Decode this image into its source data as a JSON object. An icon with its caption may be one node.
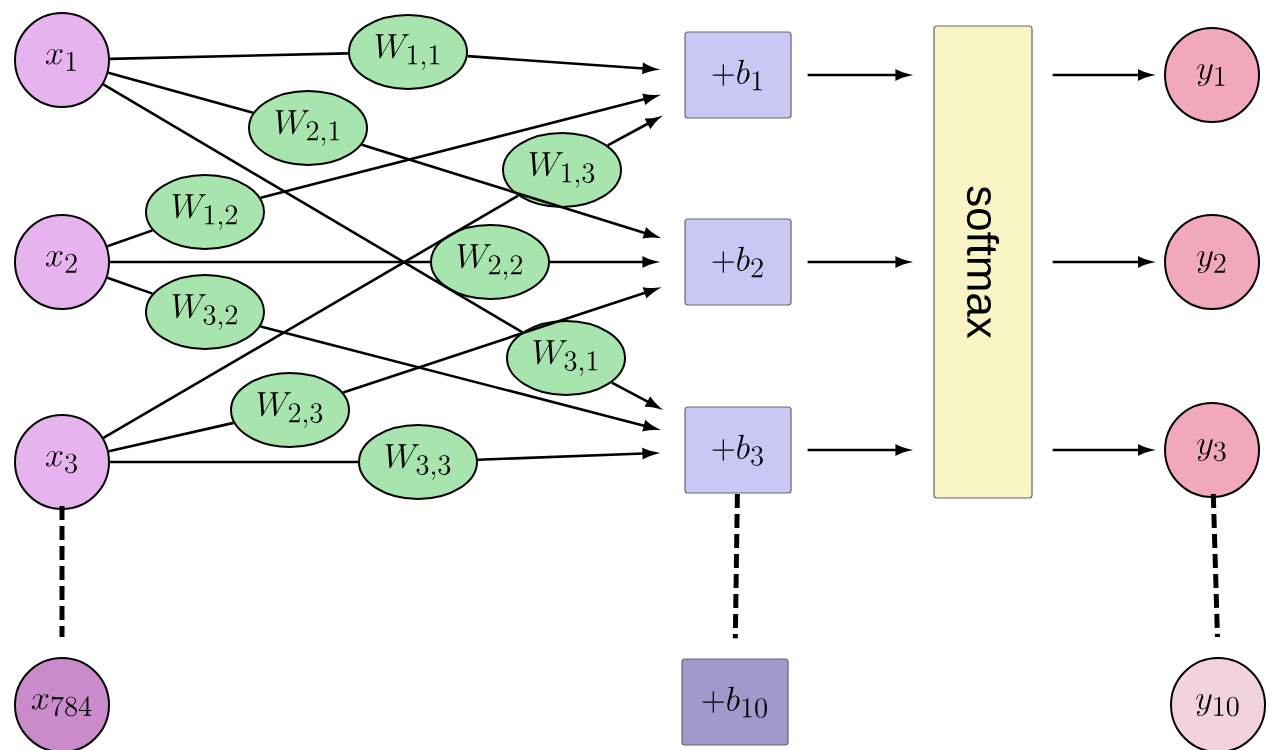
{
  "diagram": {
    "nodes": [
      {
        "text": [
          "x_1"
        ]
      },
      {
        "text": [
          "x_2"
        ]
      },
      {
        "text": [
          "x_3"
        ]
      },
      {
        "text": [
          "x_{784}"
        ]
      },
      {
        "text": [
          "W_{1,1}"
        ]
      },
      {
        "text": [
          "W_{2,1}"
        ]
      },
      {
        "text": [
          "W_{1,3}"
        ]
      },
      {
        "text": [
          "W_{1,2}"
        ]
      },
      {
        "text": [
          "W_{2,2}"
        ]
      },
      {
        "text": [
          "W_{3,2}"
        ]
      },
      {
        "text": [
          "W_{3,1}"
        ]
      },
      {
        "text": [
          "W_{2,3}"
        ]
      },
      {
        "text": [
          "W_{3,3}"
        ]
      },
      {
        "text": [
          "+b_1"
        ]
      },
      {
        "text": [
          "+b_2"
        ]
      },
      {
        "text": [
          "+b_3"
        ]
      },
      {
        "text": [
          "+b_{10}"
        ]
      },
      {
        "text": [
          "softmax"
        ]
      },
      {
        "text": [
          "y_1"
        ]
      },
      {
        "text": [
          "y_2"
        ]
      },
      {
        "text": [
          "y_3"
        ]
      },
      {
        "text": [
          "y_{10}"
        ]
      }
    ],
    "edges": [
      {
        "from": 0,
        "to": 4,
        "arrow": "none"
      },
      {
        "from": 4,
        "to": 13,
        "arrow": "to"
      },
      {
        "from": 0,
        "to": 5,
        "arrow": "none"
      },
      {
        "from": 5,
        "to": 14,
        "arrow": "to"
      },
      {
        "from": 0,
        "to": 10,
        "arrow": "none"
      },
      {
        "from": 10,
        "to": 15,
        "arrow": "to"
      },
      {
        "from": 1,
        "to": 7,
        "arrow": "none"
      },
      {
        "from": 7,
        "to": 13,
        "arrow": "to"
      },
      {
        "from": 1,
        "to": 8,
        "arrow": "none"
      },
      {
        "from": 8,
        "to": 14,
        "arrow": "to"
      },
      {
        "from": 1,
        "to": 9,
        "arrow": "none"
      },
      {
        "from": 9,
        "to": 15,
        "arrow": "to"
      },
      {
        "from": 2,
        "to": 6,
        "arrow": "none"
      },
      {
        "from": 6,
        "to": 13,
        "arrow": "to"
      },
      {
        "from": 2,
        "to": 11,
        "arrow": "none"
      },
      {
        "from": 11,
        "to": 14,
        "arrow": "to"
      },
      {
        "from": 2,
        "to": 12,
        "arrow": "none"
      },
      {
        "from": 12,
        "to": 15,
        "arrow": "to"
      },
      {
        "from": 13,
        "to": 17,
        "arrow": "to"
      },
      {
        "from": 14,
        "to": 17,
        "arrow": "to"
      },
      {
        "from": 15,
        "to": 17,
        "arrow": "to"
      },
      {
        "from": 17,
        "to": 18,
        "arrow": "to"
      },
      {
        "from": 17,
        "to": 19,
        "arrow": "to"
      },
      {
        "from": 17,
        "to": 20,
        "arrow": "to"
      },
      {
        "from": 2,
        "to": 3,
        "arrow": "none",
        "style": "dashed"
      },
      {
        "from": 15,
        "to": 16,
        "arrow": "none",
        "style": "dashed"
      },
      {
        "from": 20,
        "to": 21,
        "arrow": "none",
        "style": "dashed"
      }
    ]
  }
}
